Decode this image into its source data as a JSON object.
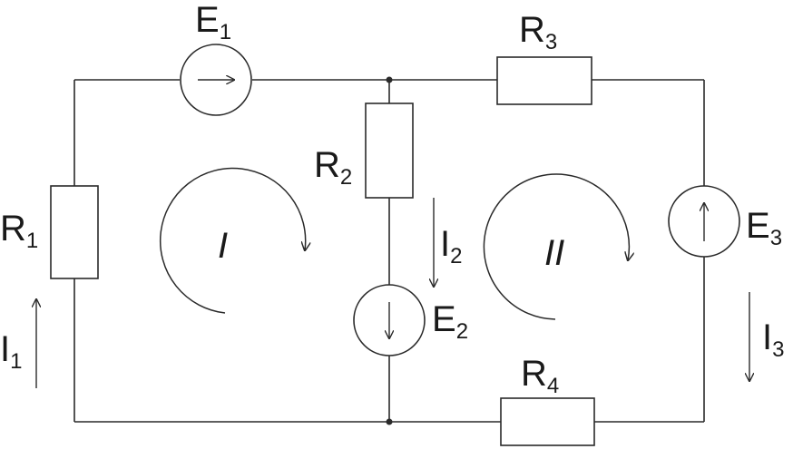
{
  "labels": {
    "E1": {
      "main": "E",
      "sub": "1"
    },
    "E2": {
      "main": "E",
      "sub": "2"
    },
    "E3": {
      "main": "E",
      "sub": "3"
    },
    "R1": {
      "main": "R",
      "sub": "1"
    },
    "R2": {
      "main": "R",
      "sub": "2"
    },
    "R3": {
      "main": "R",
      "sub": "3"
    },
    "R4": {
      "main": "R",
      "sub": "4"
    },
    "I1": {
      "main": "I",
      "sub": "1"
    },
    "I2": {
      "main": "I",
      "sub": "2"
    },
    "I3": {
      "main": "I",
      "sub": "3"
    },
    "loop1": "I",
    "loop2": "II"
  },
  "colors": {
    "line": "#2a2a2a",
    "text": "#1a1a1a",
    "background": "#ffffff"
  }
}
